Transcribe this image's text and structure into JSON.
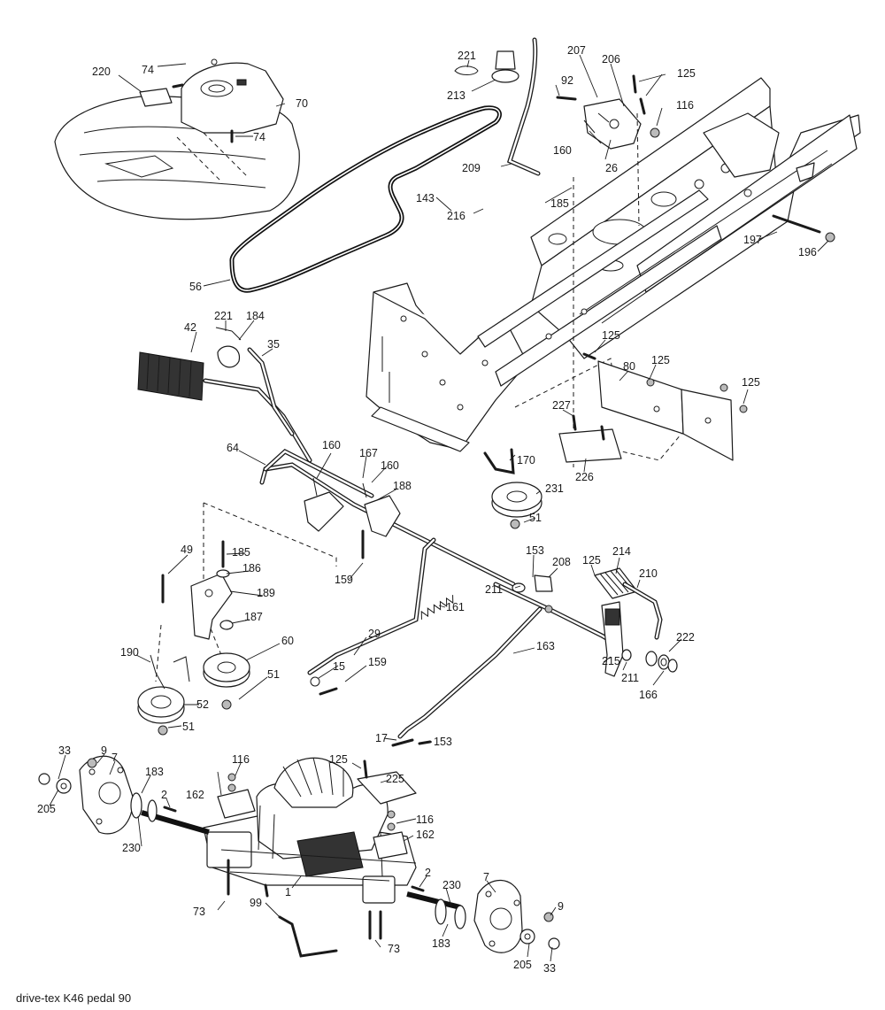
{
  "caption": "drive-tex  K46  pedal  90",
  "labels": [
    "220",
    "74",
    "74",
    "70",
    "221",
    "213",
    "207",
    "206",
    "125",
    "92",
    "116",
    "160",
    "26",
    "209",
    "185",
    "143",
    "216",
    "197",
    "196",
    "56",
    "221",
    "184",
    "42",
    "35",
    "125",
    "80",
    "125",
    "125",
    "227",
    "226",
    "64",
    "160",
    "167",
    "160",
    "188",
    "170",
    "231",
    "51",
    "49",
    "185",
    "186",
    "189",
    "187",
    "159",
    "153",
    "208",
    "125",
    "214",
    "210",
    "211",
    "161",
    "29",
    "15",
    "159",
    "163",
    "190",
    "60",
    "51",
    "52",
    "51",
    "215",
    "211",
    "222",
    "166",
    "17",
    "153",
    "33",
    "9",
    "7",
    "183",
    "205",
    "2",
    "230",
    "116",
    "162",
    "125",
    "225",
    "116",
    "162",
    "1",
    "2",
    "230",
    "7",
    "9",
    "73",
    "99",
    "183",
    "205",
    "33",
    "73"
  ]
}
